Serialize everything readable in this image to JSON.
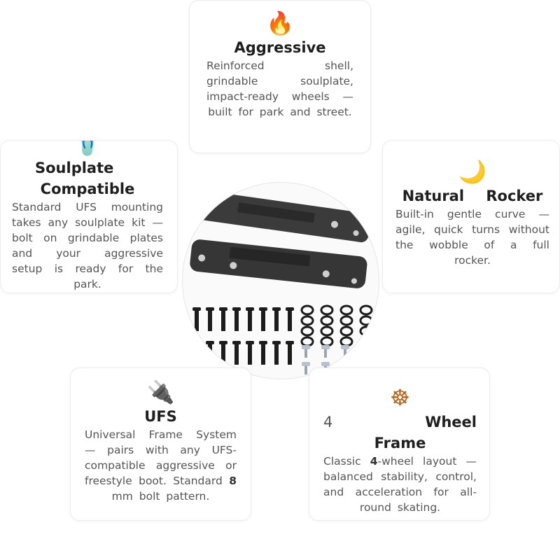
{
  "cards": {
    "aggressive": {
      "icon": "🔥",
      "icon_name": "fire-icon",
      "title": "Aggressive",
      "description": "Reinforced shell, grindable soulplate, impact-ready wheels — built for park and street."
    },
    "rocker": {
      "icon": "🌙",
      "icon_name": "crescent-moon-icon",
      "title": "Natural Rocker",
      "description": "Built-in gentle curve — agile, quick turns without the wobble of a full rocker."
    },
    "soulplate": {
      "icon": "🩴",
      "icon_name": "flip-flop-icon",
      "title": "Soulplate Compatible",
      "description": "Standard UFS mounting takes any soulplate kit — bolt on grindable plates and your aggressive setup is ready for the park."
    },
    "ufs": {
      "icon": "🔌",
      "icon_name": "plug-icon",
      "title": "UFS",
      "description_before": "Universal Frame System — pairs with any UFS-compatible aggressive or freestyle boot. Standard",
      "bolt_size": "8",
      "description_after": "mm bolt pattern."
    },
    "wheel": {
      "icon": "☸",
      "icon_name": "wooden-wheel-icon",
      "title_number": "4",
      "title_text": "Wheel Frame",
      "description_before": "Classic",
      "wheel_count": "4",
      "description_after": "-wheel layout — balanced stability, control, and acceleration for all-round skating."
    }
  },
  "product_image": {
    "name": "inline-skate-frames-with-hardware",
    "frame_color": "#3a3a3a",
    "hardware_color": "#1c1c1c"
  }
}
